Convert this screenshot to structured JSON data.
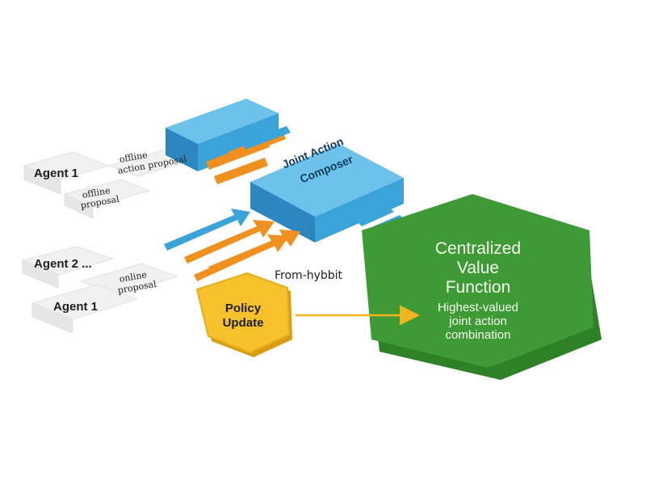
{
  "agents": [
    {
      "label": "Agent 1",
      "proposal": [
        "offline",
        "action proposal"
      ],
      "subproposal": [
        "offline",
        "proposal"
      ]
    },
    {
      "label": "Agent 2 ...",
      "proposal": [
        "online",
        "proposal"
      ]
    },
    {
      "label": "Agent 1"
    }
  ],
  "composer": {
    "line1": "Joint Action",
    "line2": "Composer"
  },
  "value_function": {
    "title": [
      "Centralized",
      "Value",
      "Function"
    ],
    "subtitle": [
      "Highest-valued",
      "joint action",
      "combination"
    ]
  },
  "policy": {
    "line1": "Policy",
    "line2": "Update"
  },
  "from_label": "From-hybbit",
  "colors": {
    "blue": "#3aa3d8",
    "orange": "#f0901e",
    "green": "#3e9a35",
    "yellow": "#f6c12b"
  }
}
